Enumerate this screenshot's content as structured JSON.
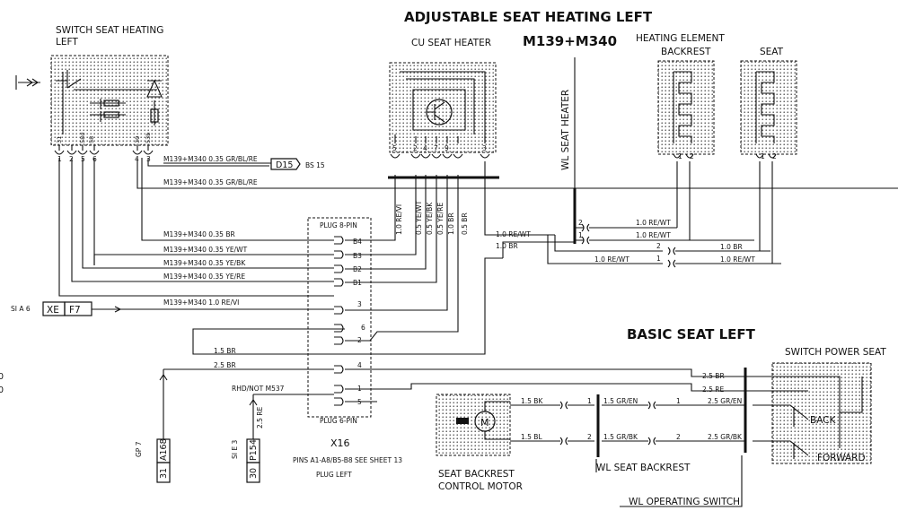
{
  "title": "ADJUSTABLE SEAT HEATING LEFT",
  "subtitle": "BASIC SEAT LEFT",
  "components": {
    "switch_seat_heating": "SWITCH SEAT HEATING",
    "switch_seat_heating_2": "LEFT",
    "cu_seat_heater": "CU SEAT HEATER",
    "model_code": "M139+M340",
    "heating_element": "HEATING ELEMENT",
    "backrest": "BACKREST",
    "seat": "SEAT",
    "wl_seat_heater": "WL SEAT HEATER",
    "switch_power_seat": "SWITCH POWER SEAT",
    "back": "BACK",
    "forward": "FORWARD",
    "seat_backrest_motor": "SEAT BACKREST",
    "seat_backrest_motor_2": "CONTROL MOTOR",
    "wl_seat_backrest": "WL SEAT BACKREST",
    "wl_operating_switch": "WL OPERATING SWITCH",
    "plug_8pin": "PLUG 8-PIN",
    "plug_6pin": "PLUG 6-PIN",
    "connector": "X16",
    "pins_note": "PINS A1-A8/B5-B8 SEE SHEET 13",
    "plug_left": "PLUG LEFT",
    "rhd_note": "RHD/NOT M537"
  },
  "wires": {
    "w1": "M139+M340  0.35 GR/BL/RE",
    "w2": "M139+M340  0.35 GR/BL/RE",
    "w3": "M139+M340  0.35 BR",
    "w4": "M139+M340  0.35 YE/WT",
    "w5": "M139+M340  0.35 YE/BK",
    "w6": "M139+M340  0.35 YE/RE",
    "w7": "M139+M340  1.0 RE/VI",
    "w8": "1.5 BR",
    "w9": "2.5 BR",
    "w10": "2.5 RE",
    "re_wt": "1.0 RE/WT",
    "br10": "1.0 BR",
    "br25": "2.5 BR",
    "re25": "2.5 RE",
    "bk15": "1.5 BK",
    "bl15": "1.5 BL",
    "gren15": "1.5 GR/EN",
    "grbk15": "1.5 GR/BK",
    "grbk25": "2.5 GR/BK",
    "gren25": "2.5 GR/EN",
    "v1": "1.0 RE/VI",
    "v2": "0.5 YE/WT",
    "v3": "0.5 YE/BK",
    "v4": "0.5 YE/RE",
    "v5": "1.0 BR",
    "v6": "0.5 BR"
  },
  "refs": {
    "d15": "D15",
    "bs15": "BS 15",
    "si": "SI A 6",
    "xe": "XE",
    "f7": "F7",
    "gp": "GP 7",
    "a168": "A168",
    "n31": "31",
    "si_e3": "SI E 3",
    "p154": "P154",
    "n30": "30"
  },
  "pins": {
    "b4": "B4",
    "b3": "B3",
    "b2": "B2",
    "b1": "B1",
    "p3": "3",
    "p6": "6",
    "p2": "2",
    "p4": "4",
    "p1": "1",
    "p5": "5",
    "sw1": "1",
    "sw2": "2",
    "sw5": "5",
    "sw6": "6",
    "sw4": "4",
    "sw3": "3",
    "cu5": "5",
    "cu2": "2",
    "cu4": "4",
    "cu7": "7",
    "cu9": "9",
    "cu3": "3",
    "h1": "1",
    "h2": "2",
    "s1": "1",
    "s2": "2",
    "m1": "1",
    "m2": "2",
    "sw_l1": "31",
    "sw_l2": "58d",
    "sw_l3": "58",
    "sw_l4": "30",
    "sw_l5": "53b"
  },
  "margin": {
    "m1": "0",
    "m2": "0"
  }
}
